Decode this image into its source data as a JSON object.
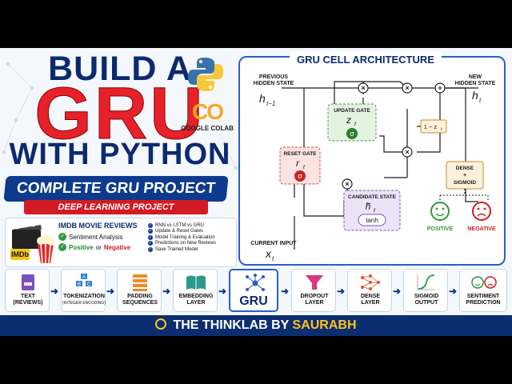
{
  "title": {
    "line1": "BUILD A",
    "line2": "GRU",
    "line3": "WITH PYTHON"
  },
  "banner": {
    "main": "COMPLETE GRU PROJECT",
    "sub": "DEEP LEARNING PROJECT"
  },
  "colab": {
    "logo_text": "CO",
    "label": "GOOGLE COLAB"
  },
  "card": {
    "imdb_badge": "IMDb",
    "heading": "IMDB MOVIE REVIEWS",
    "item1": "Sentiment Analysis",
    "item2_pos": "Positive",
    "item2_or": "or",
    "item2_neg": "Negative",
    "bullets": [
      "RNN vs LSTM vs GRU",
      "Update & Reset Gates",
      "Model Training & Evaluation",
      "Predictions on New Reviews",
      "Save Trained Model"
    ]
  },
  "gru_panel": {
    "title": "GRU CELL ARCHITECTURE",
    "prev_state_label_1": "PREVIOUS",
    "prev_state_label_2": "HIDDEN STATE",
    "prev_state_symbol": "h",
    "prev_state_sub": "t−1",
    "new_state_label_1": "NEW",
    "new_state_label_2": "HIDDEN STATE",
    "new_state_symbol": "h",
    "new_state_sub": "t",
    "update_gate": "UPDATE GATE",
    "update_symbol": "z",
    "update_sub": "t",
    "reset_gate": "RESET GATE",
    "reset_symbol": "r",
    "reset_sub": "t",
    "candidate": "CANDIDATE STATE",
    "candidate_symbol": "h̃",
    "candidate_sub": "t",
    "tanh": "tanh",
    "sigma": "σ",
    "one_minus": "1 − z",
    "one_minus_sub": "t",
    "multiply": "×",
    "plus": "+",
    "dense_1": "DENSE",
    "dense_plus": "+",
    "dense_2": "SIGMOID",
    "current_input_label": "CURRENT INPUT",
    "current_input_symbol": "x",
    "current_input_sub": "t",
    "positive": "POSITIVE",
    "negative": "NEGATIVE"
  },
  "pipeline": [
    {
      "label": "TEXT",
      "sub": "(REVIEWS)",
      "icon": "document-icon"
    },
    {
      "label": "TOKENIZATION",
      "sub": "(INTEGER ENCODING)",
      "icon": "tokens-icon"
    },
    {
      "label": "PADDING",
      "sub": "SEQUENCES",
      "icon": "padding-icon"
    },
    {
      "label": "EMBEDDING",
      "sub": "LAYER",
      "icon": "book-icon"
    },
    {
      "label": "GRU",
      "sub": "",
      "icon": "network-icon"
    },
    {
      "label": "DROPOUT",
      "sub": "LAYER",
      "icon": "funnel-icon"
    },
    {
      "label": "DENSE",
      "sub": "LAYER",
      "icon": "dense-icon"
    },
    {
      "label": "SIGMOID",
      "sub": "OUTPUT",
      "icon": "sigmoid-icon"
    },
    {
      "label": "SENTIMENT",
      "sub": "PREDICTION",
      "icon": "faces-icon"
    }
  ],
  "footer": {
    "text": "THE THINKLAB BY",
    "name": "SAURABH"
  },
  "colors": {
    "navy": "#0c2e70",
    "red": "#e6212a",
    "accent_blue": "#2d5cc4",
    "green": "#2e9a3e",
    "gold": "#ffc21a"
  }
}
